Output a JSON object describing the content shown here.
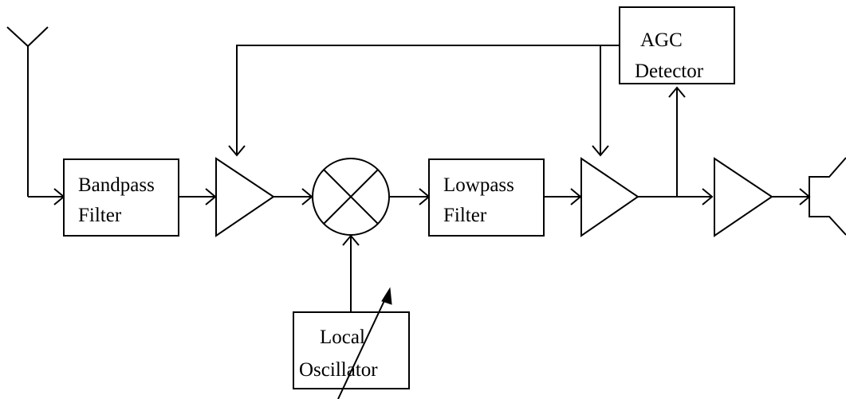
{
  "blocks": {
    "bandpass": {
      "line1": "Bandpass",
      "line2": "Filter"
    },
    "lowpass": {
      "line1": "Lowpass",
      "line2": "Filter"
    },
    "agc": {
      "line1": "AGC",
      "line2": "Detector"
    },
    "oscillator": {
      "line1": "Local",
      "line2": "Oscillator"
    }
  },
  "icons": {
    "antenna": "antenna-icon",
    "speaker": "speaker-icon",
    "mixer": "mixer-icon",
    "amplifier": "amplifier-icon"
  },
  "colors": {
    "line": "#000000",
    "background": "#ffffff"
  }
}
